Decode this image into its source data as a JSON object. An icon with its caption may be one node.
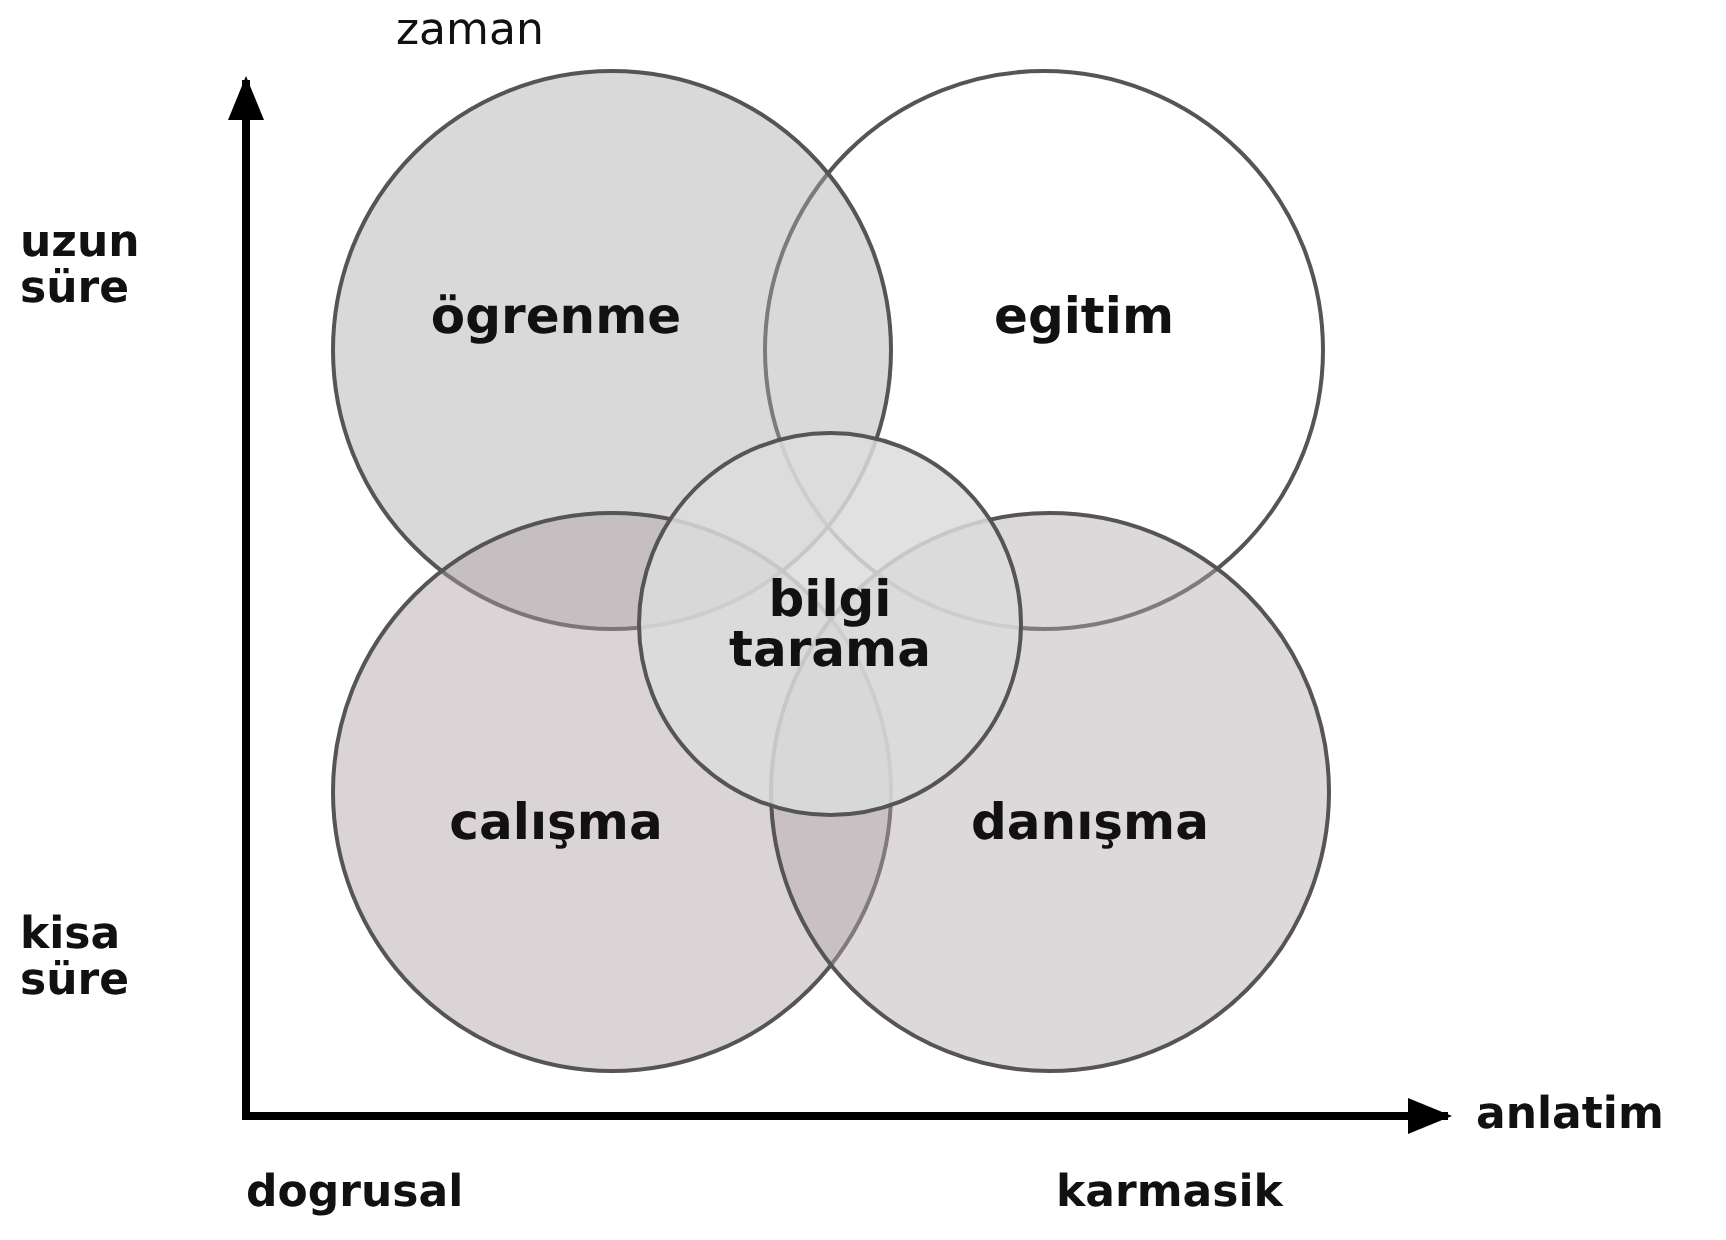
{
  "diagram": {
    "nodes": [
      {
        "text": [
          "ögrenme"
        ]
      },
      {
        "text": [
          "egitim"
        ]
      },
      {
        "text": [
          "bilgi tarama"
        ]
      },
      {
        "text": [
          "calışma"
        ]
      },
      {
        "text": [
          "danışma"
        ]
      }
    ],
    "edges": [],
    "labels": [
      "zaman",
      "uzun süre",
      "kisa süre",
      "anlatim",
      "dogrusal",
      "karmasik"
    ]
  }
}
